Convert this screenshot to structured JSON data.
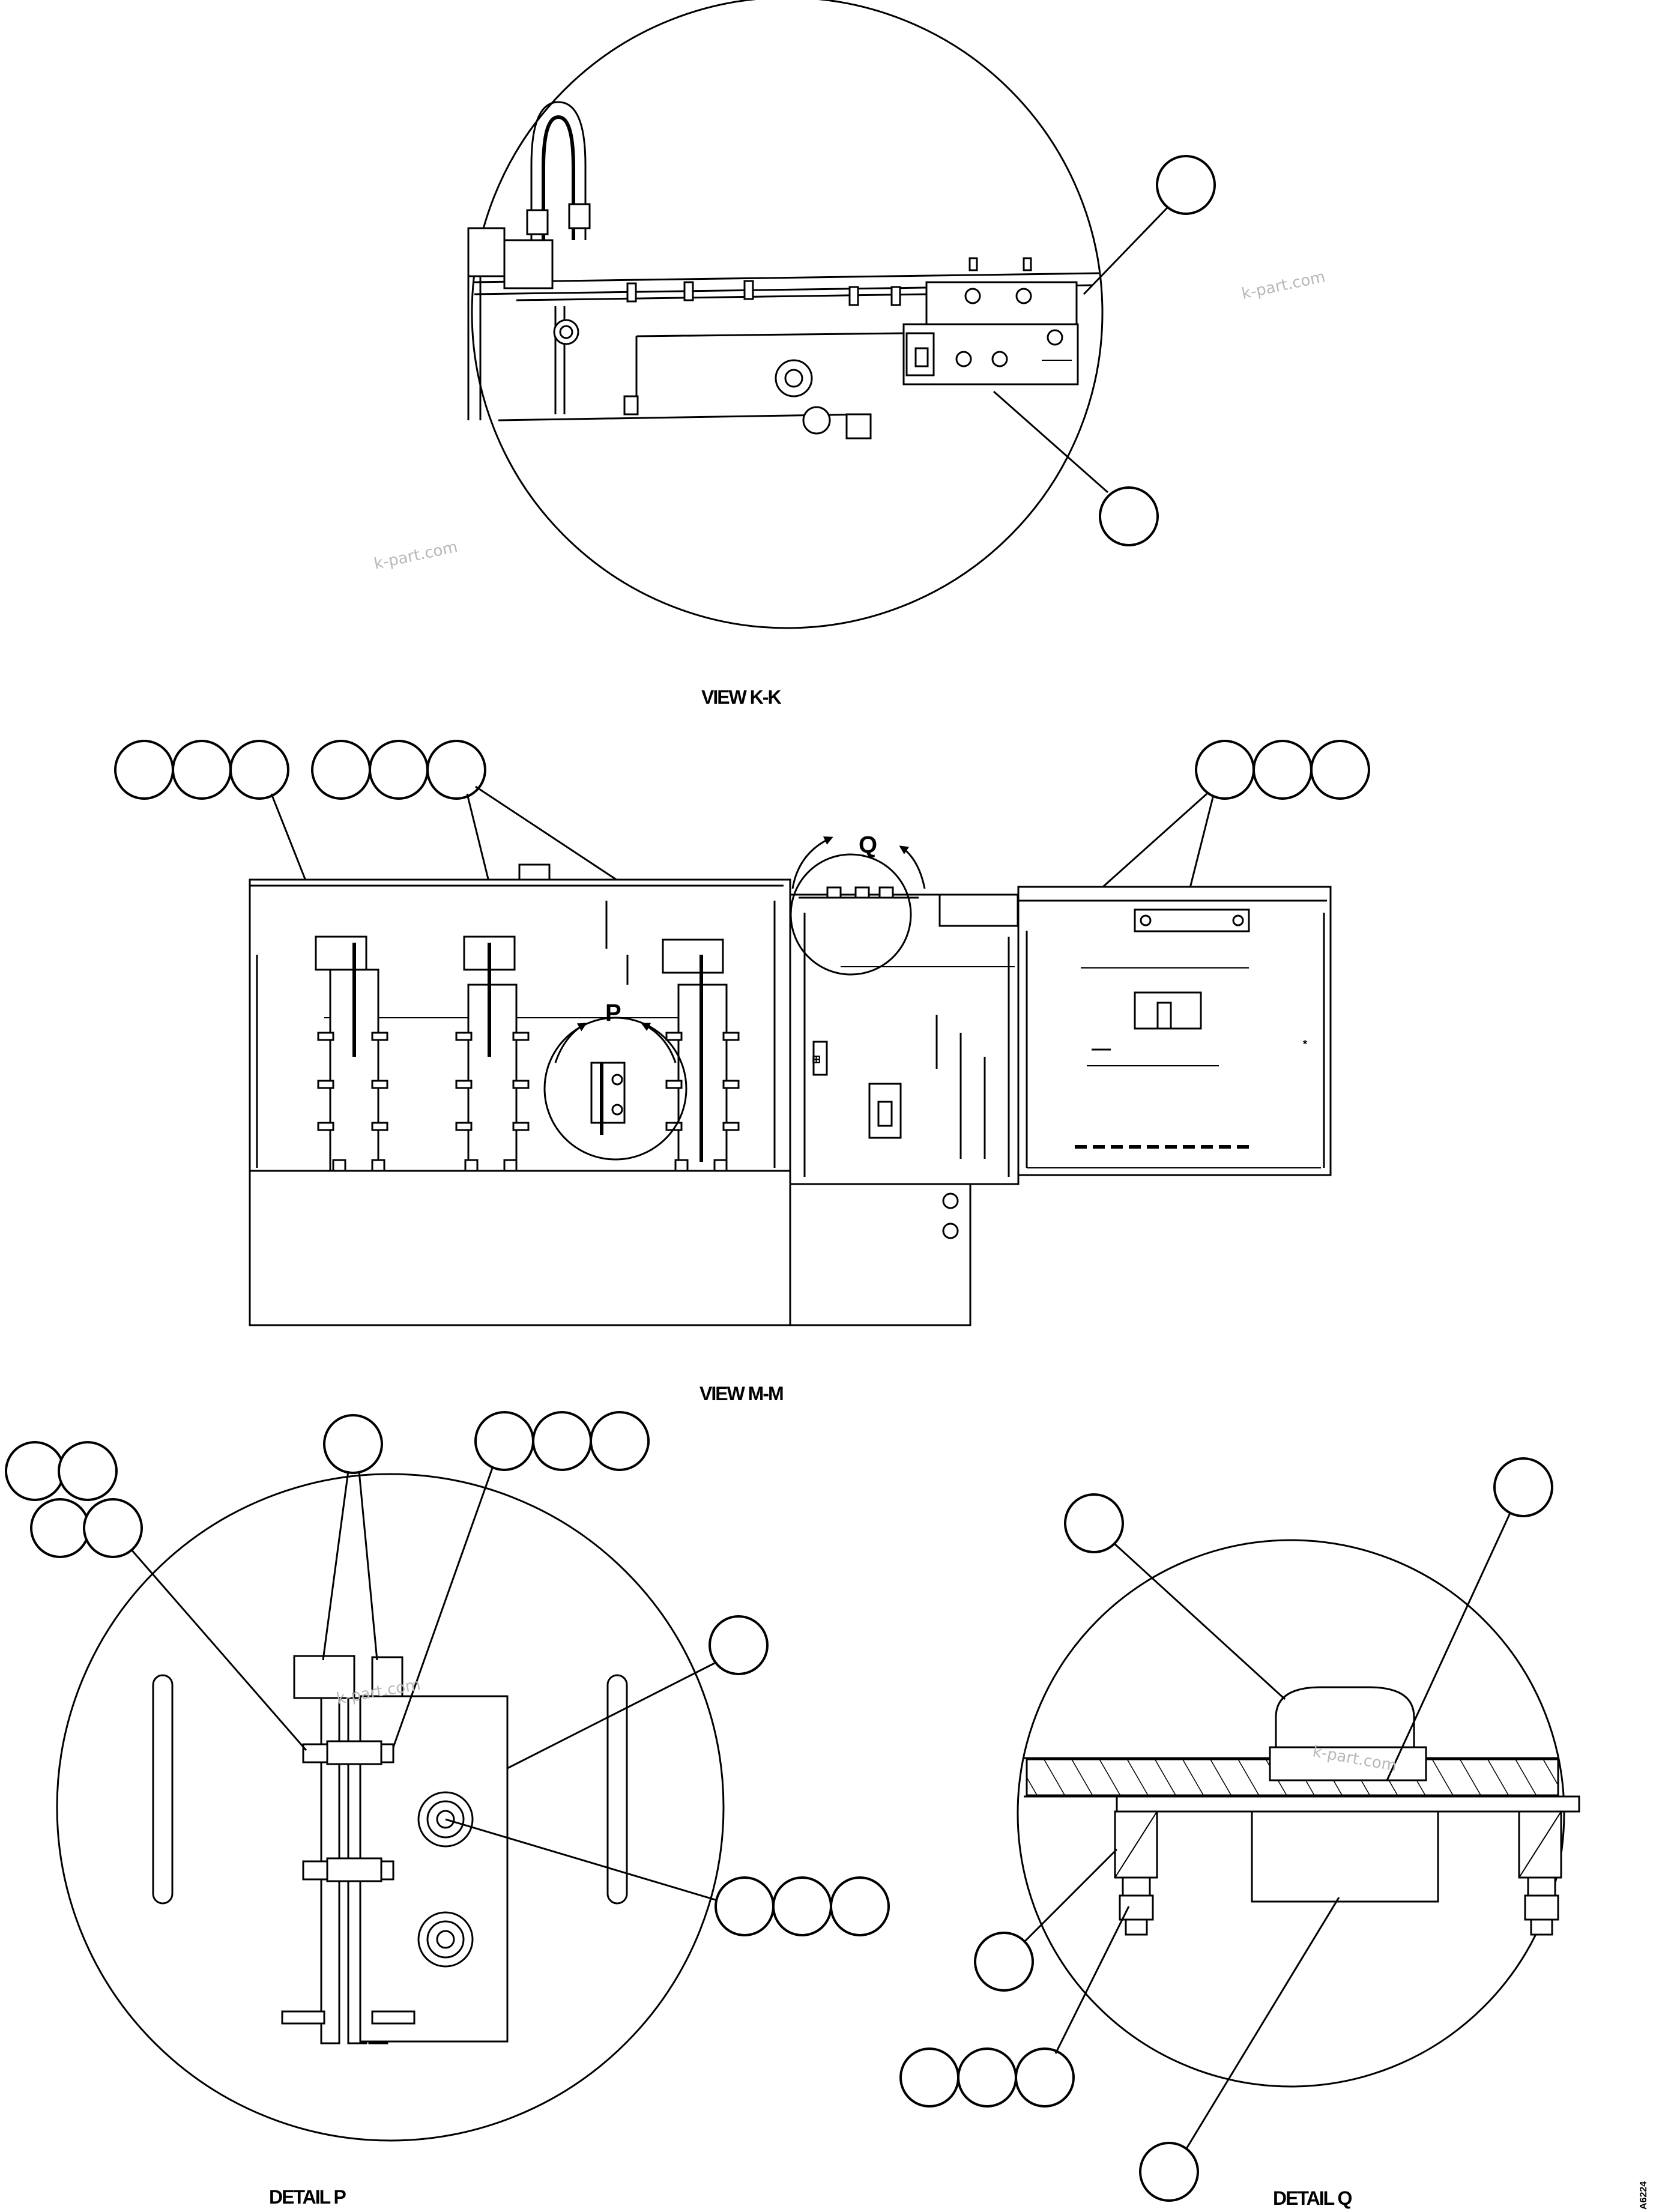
{
  "views": {
    "view_k": "VIEW K-K",
    "view_m": "VIEW M-M",
    "detail_p": "DETAIL P",
    "detail_q": "DETAIL Q"
  },
  "section_markers": {
    "p": "P",
    "q": "Q"
  },
  "watermark": "k-part.com",
  "drawing_number": "A6224"
}
